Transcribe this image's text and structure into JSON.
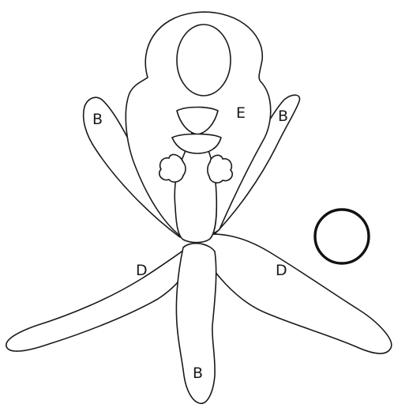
{
  "diagram": {
    "labels": {
      "upper_left_petal": "B",
      "upper_right_petal": "B",
      "bottom_petal": "B",
      "lower_left_petal": "D",
      "lower_right_petal": "D",
      "dorsal_region": "E"
    },
    "colors": {
      "stroke": "#1a1a1a",
      "fill": "#ffffff",
      "background": "#ffffff"
    }
  }
}
